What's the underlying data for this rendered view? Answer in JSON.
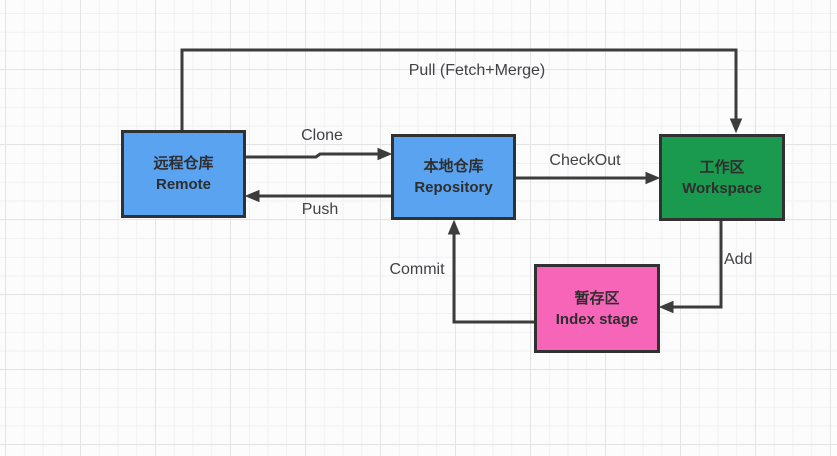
{
  "canvas": {
    "background": "#fcfcfc",
    "grid_minor_color": "#f1f1f1",
    "grid_major_color": "#e4e4e4",
    "line_color": "#3c3c3c",
    "border_color": "#313131"
  },
  "nodes": [
    {
      "id": "remote",
      "label_zh": "远程仓库",
      "label_en": "Remote",
      "fill": "#59a3f1"
    },
    {
      "id": "repository",
      "label_zh": "本地仓库",
      "label_en": "Repository",
      "fill": "#59a3f1"
    },
    {
      "id": "workspace",
      "label_zh": "工作区",
      "label_en": "Workspace",
      "fill": "#199a4e"
    },
    {
      "id": "index_stage",
      "label_zh": "暂存区",
      "label_en": "Index stage",
      "fill": "#f765b8"
    }
  ],
  "edges": [
    {
      "id": "pull",
      "label": "Pull  (Fetch+Merge)",
      "from": "remote",
      "to": "workspace"
    },
    {
      "id": "clone",
      "label": "Clone",
      "from": "remote",
      "to": "repository"
    },
    {
      "id": "push",
      "label": "Push",
      "from": "repository",
      "to": "remote"
    },
    {
      "id": "checkout",
      "label": "CheckOut",
      "from": "repository",
      "to": "workspace"
    },
    {
      "id": "add",
      "label": "Add",
      "from": "workspace",
      "to": "index_stage"
    },
    {
      "id": "commit",
      "label": "Commit",
      "from": "index_stage",
      "to": "repository"
    }
  ]
}
